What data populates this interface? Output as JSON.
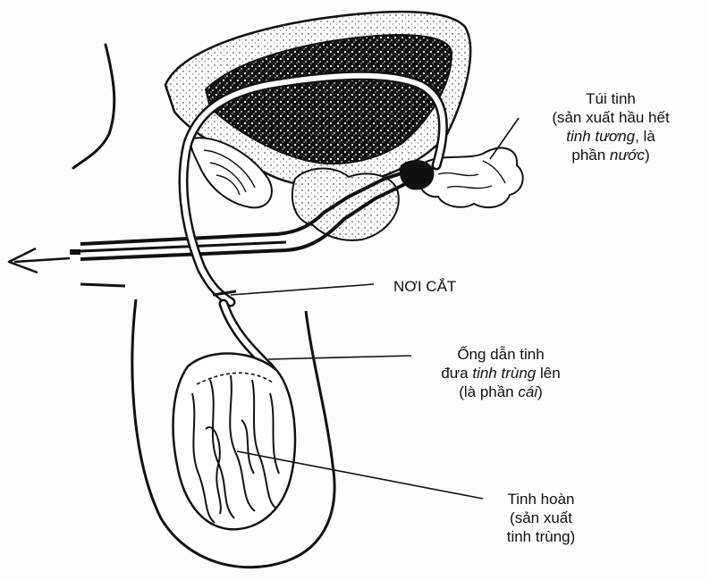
{
  "labels": {
    "seminal_vesicle": {
      "title": "Túi tinh",
      "line2": "(sản xuất hầu hết",
      "line3_italic": "tinh tương",
      "line3_rest": ", là",
      "line4_pre": "phần ",
      "line4_italic": "nước",
      "line4_post": ")"
    },
    "cut_site": {
      "title": "NƠI CẮT"
    },
    "vas_deferens": {
      "line1": "Ống dẫn tinh",
      "line2_pre": "đưa ",
      "line2_italic": "tinh trùng",
      "line2_post": " lên",
      "line3_pre": "(là phần ",
      "line3_italic": "cái",
      "line3_post": ")"
    },
    "testis": {
      "line1": "Tinh hoàn",
      "line2": "(sản xuất",
      "line3": "tinh trùng)"
    }
  },
  "colors": {
    "ink": "#111111",
    "paper": "#fdfdfb"
  }
}
